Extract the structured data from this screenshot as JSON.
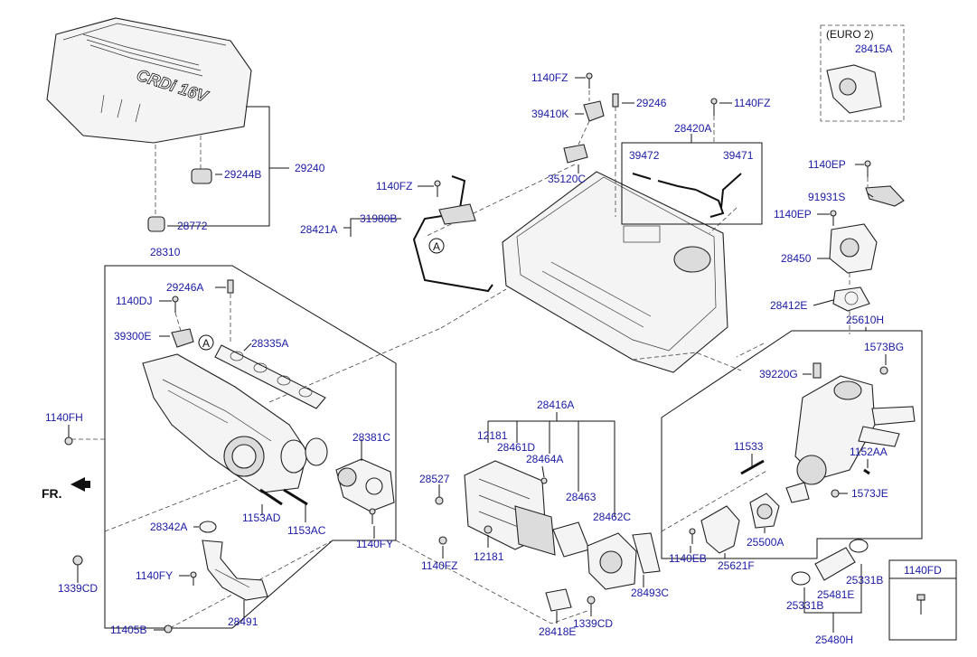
{
  "callouts": [
    {
      "id": "c29240",
      "text": "29240"
    },
    {
      "id": "c29244B",
      "text": "29244B"
    },
    {
      "id": "c28772",
      "text": "28772"
    },
    {
      "id": "c28310",
      "text": "28310"
    },
    {
      "id": "c29246A",
      "text": "29246A"
    },
    {
      "id": "c1140DJ",
      "text": "1140DJ"
    },
    {
      "id": "c39300E",
      "text": "39300E"
    },
    {
      "id": "c28335A",
      "text": "28335A"
    },
    {
      "id": "cA1",
      "text": "A"
    },
    {
      "id": "c1140FH",
      "text": "1140FH"
    },
    {
      "id": "c28381C",
      "text": "28381C"
    },
    {
      "id": "c1153AD",
      "text": "1153AD"
    },
    {
      "id": "c1153AC",
      "text": "1153AC"
    },
    {
      "id": "c28342A",
      "text": "28342A"
    },
    {
      "id": "c1140FY_a",
      "text": "1140FY"
    },
    {
      "id": "c1339CD_a",
      "text": "1339CD"
    },
    {
      "id": "c1140FY_b",
      "text": "1140FY"
    },
    {
      "id": "c28491",
      "text": "28491"
    },
    {
      "id": "c11405B",
      "text": "11405B"
    },
    {
      "id": "c1140FZ_a",
      "text": "1140FZ"
    },
    {
      "id": "c39410K",
      "text": "39410K"
    },
    {
      "id": "c29246",
      "text": "29246"
    },
    {
      "id": "c1140FZ_b",
      "text": "1140FZ"
    },
    {
      "id": "c28420A",
      "text": "28420A"
    },
    {
      "id": "c35120C",
      "text": "35120C"
    },
    {
      "id": "c39472",
      "text": "39472"
    },
    {
      "id": "c39471",
      "text": "39471"
    },
    {
      "id": "c1140FZ_c",
      "text": "1140FZ"
    },
    {
      "id": "c28421A",
      "text": "28421A"
    },
    {
      "id": "c31980B",
      "text": "31980B"
    },
    {
      "id": "cA2",
      "text": "A"
    },
    {
      "id": "cEURO2",
      "text": "(EURO 2)"
    },
    {
      "id": "c28415A",
      "text": "28415A"
    },
    {
      "id": "c1140EP_a",
      "text": "1140EP"
    },
    {
      "id": "c91931S",
      "text": "91931S"
    },
    {
      "id": "c1140EP_b",
      "text": "1140EP"
    },
    {
      "id": "c28450",
      "text": "28450"
    },
    {
      "id": "c28412E",
      "text": "28412E"
    },
    {
      "id": "c25610H",
      "text": "25610H"
    },
    {
      "id": "c1573BG",
      "text": "1573BG"
    },
    {
      "id": "c39220G",
      "text": "39220G"
    },
    {
      "id": "c11533",
      "text": "11533"
    },
    {
      "id": "c1152AA",
      "text": "1152AA"
    },
    {
      "id": "c1573JE",
      "text": "1573JE"
    },
    {
      "id": "c25500A",
      "text": "25500A"
    },
    {
      "id": "c1140EB",
      "text": "1140EB"
    },
    {
      "id": "c25621F",
      "text": "25621F"
    },
    {
      "id": "c25331B_a",
      "text": "25331B"
    },
    {
      "id": "c25481E",
      "text": "25481E"
    },
    {
      "id": "c25331B_b",
      "text": "25331B"
    },
    {
      "id": "c25480H",
      "text": "25480H"
    },
    {
      "id": "c1140FD",
      "text": "1140FD"
    },
    {
      "id": "c28416A",
      "text": "28416A"
    },
    {
      "id": "c12181_a",
      "text": "12181"
    },
    {
      "id": "c28461D",
      "text": "28461D"
    },
    {
      "id": "c28464A",
      "text": "28464A"
    },
    {
      "id": "c28527",
      "text": "28527"
    },
    {
      "id": "c28463",
      "text": "28463"
    },
    {
      "id": "c28462C",
      "text": "28462C"
    },
    {
      "id": "c1140FZ_d",
      "text": "1140FZ"
    },
    {
      "id": "c12181_b",
      "text": "12181"
    },
    {
      "id": "c28493C",
      "text": "28493C"
    },
    {
      "id": "c28418E",
      "text": "28418E"
    },
    {
      "id": "c1339CD_b",
      "text": "1339CD"
    },
    {
      "id": "cFR",
      "text": "FR."
    },
    {
      "id": "cCRDI",
      "text": "CRDi 16V"
    }
  ],
  "colors": {
    "label": "#1a1aa6",
    "line": "#111111"
  }
}
